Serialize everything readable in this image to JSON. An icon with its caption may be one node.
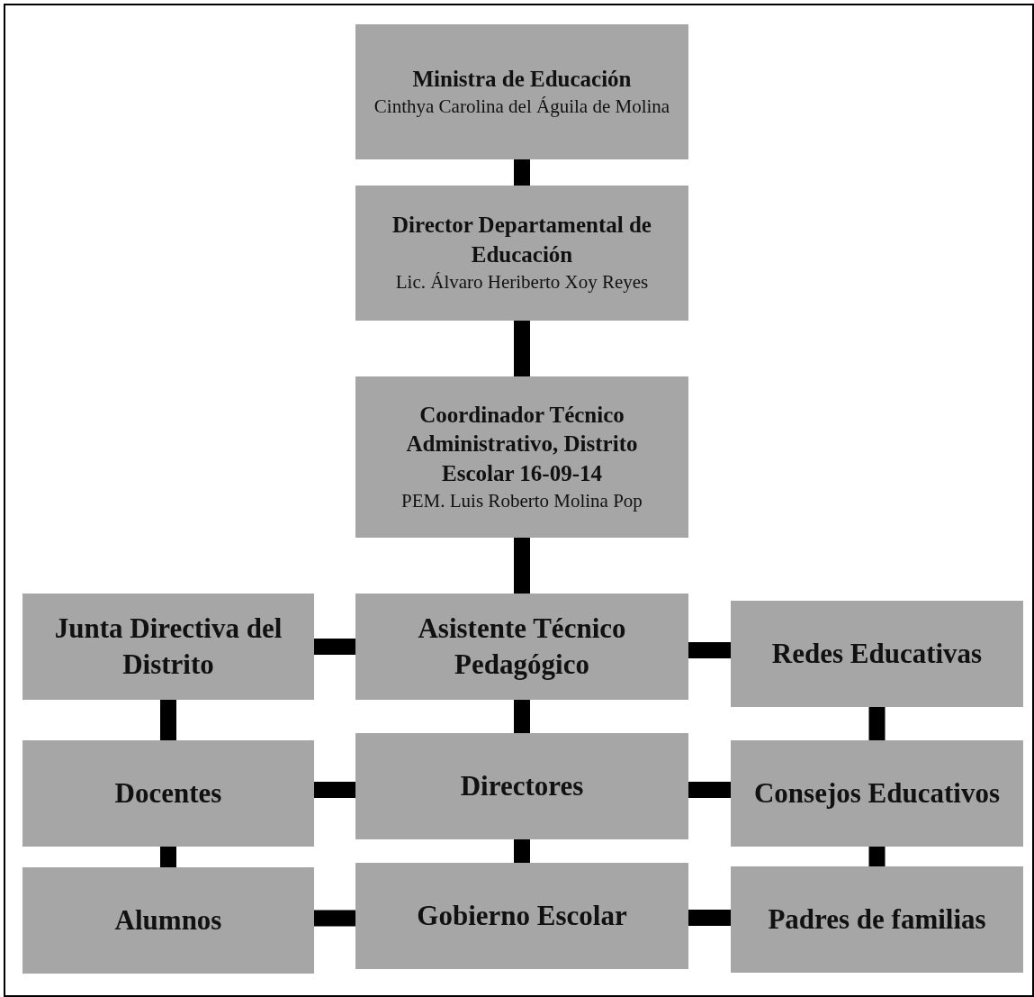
{
  "diagram": {
    "nodes": [
      {
        "text": [
          "Ministra de Educación",
          "Cinthya Carolina del Águila de Molina"
        ]
      },
      {
        "text": [
          "Director Departamental de Educación",
          "Lic. Álvaro Heriberto Xoy Reyes"
        ]
      },
      {
        "text": [
          "Coordinador Técnico Administrativo, Distrito Escolar 16-09-14",
          "PEM. Luis Roberto Molina Pop"
        ]
      },
      {
        "text": [
          "Junta Directiva del Distrito"
        ]
      },
      {
        "text": [
          "Asistente Técnico Pedagógico"
        ]
      },
      {
        "text": [
          "Redes Educativas"
        ]
      },
      {
        "text": [
          "Docentes"
        ]
      },
      {
        "text": [
          "Directores"
        ]
      },
      {
        "text": [
          "Consejos Educativos"
        ]
      },
      {
        "text": [
          "Alumnos"
        ]
      },
      {
        "text": [
          "Gobierno Escolar"
        ]
      },
      {
        "text": [
          "Padres de familias"
        ]
      }
    ],
    "edges": [
      {
        "from": 0,
        "to": 1,
        "arrow": "none"
      },
      {
        "from": 1,
        "to": 2,
        "arrow": "none"
      },
      {
        "from": 2,
        "to": 4,
        "arrow": "none"
      },
      {
        "from": 4,
        "to": 3,
        "arrow": "none"
      },
      {
        "from": 4,
        "to": 5,
        "arrow": "none"
      },
      {
        "from": 4,
        "to": 7,
        "arrow": "none"
      },
      {
        "from": 7,
        "to": 6,
        "arrow": "none"
      },
      {
        "from": 7,
        "to": 8,
        "arrow": "none"
      },
      {
        "from": 7,
        "to": 10,
        "arrow": "none"
      },
      {
        "from": 10,
        "to": 9,
        "arrow": "none"
      },
      {
        "from": 10,
        "to": 11,
        "arrow": "none"
      },
      {
        "from": 3,
        "to": 6,
        "arrow": "none"
      },
      {
        "from": 6,
        "to": 9,
        "arrow": "none"
      },
      {
        "from": 5,
        "to": 8,
        "arrow": "none"
      },
      {
        "from": 8,
        "to": 11,
        "arrow": "none"
      }
    ]
  }
}
